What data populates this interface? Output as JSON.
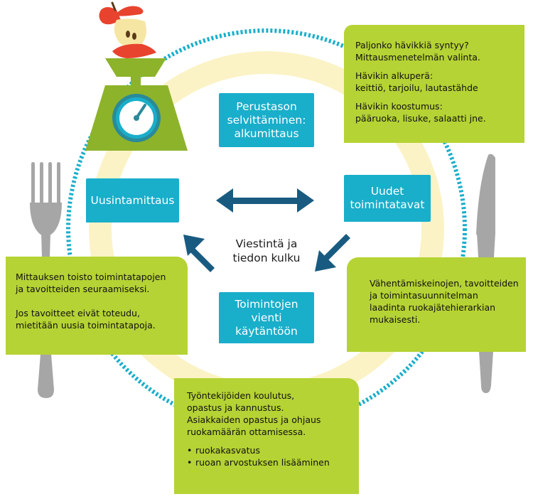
{
  "steps": {
    "baseline": "Perustason\nselvittäminen:\nalkumittaus",
    "new_practices": "Uudet\ntoimintatavat",
    "implementation": "Toimintojen\nvienti\nkäytäntöön",
    "remeasurement": "Uusintamittaus"
  },
  "center_label": "Viestintä ja\ntiedon kulku",
  "notes": {
    "top_right": [
      "Paljonko hävikkiä syntyy?\nMittausmenetelmän valinta.",
      "Hävikin alkuperä:\nkeittiö, tarjoilu, lautastähde",
      "Hävikin koostumus:\npääruoka, lisuke, salaatti jne."
    ],
    "right": [
      "Vähentämiskeinojen, tavoitteiden\nja toimintasuunnitelman\nlaadinta ruokajätehierarkian\nmukaisesti."
    ],
    "left": [
      "Mittauksen toisto toimintatapojen\nja tavoitteiden seuraamiseksi.",
      "Jos tavoitteet eivät toteudu,\nmietitään uusia toimintatapoja."
    ],
    "bottom": {
      "paragraphs": [
        "Työntekijöiden koulutus,\nopastus ja kannustus.",
        "Asiakkaiden opastus ja ohjaus\nruokamäärän ottamisessa."
      ],
      "bullets": [
        "ruokakasvatus",
        "ruoan arvostuksen lisääminen"
      ]
    }
  },
  "colors": {
    "teal": "#19aeca",
    "green": "#b5d334",
    "dark_green": "#8db32a",
    "navy_arrow": "#195b80",
    "plate": "#fbf3c6",
    "cutlery": "#a6a6a6",
    "apple_red": "#e8432e"
  },
  "icons": [
    "scale-icon",
    "apple-core-icon",
    "fork-icon",
    "knife-icon",
    "plate-icon"
  ]
}
